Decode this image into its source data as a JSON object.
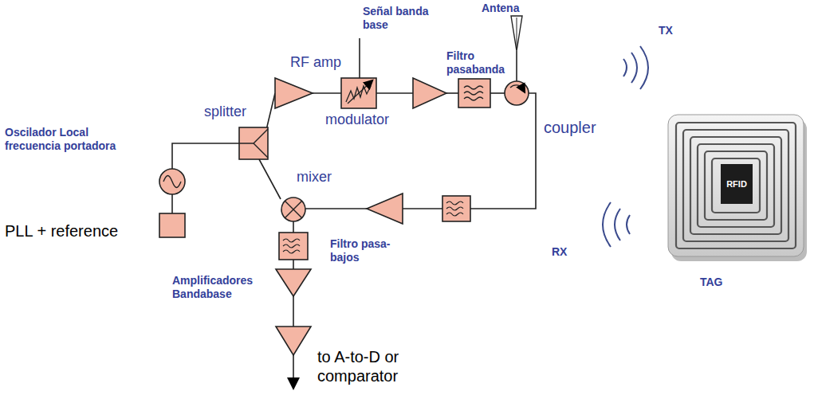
{
  "diagram": {
    "nodes": [
      {
        "text": [
          "RFID"
        ]
      }
    ],
    "labels": [
      "Señal banda base",
      "Antena",
      "TX",
      "RF amp",
      "Filtro pasabanda",
      "splitter",
      "modulator",
      "Oscilador Local frecuencia portadora",
      "coupler",
      "mixer",
      "PLL + reference",
      "Filtro pasa-bajos",
      "Amplificadores Bandabase",
      "RX",
      "TAG",
      "to A-to-D or comparator"
    ]
  }
}
